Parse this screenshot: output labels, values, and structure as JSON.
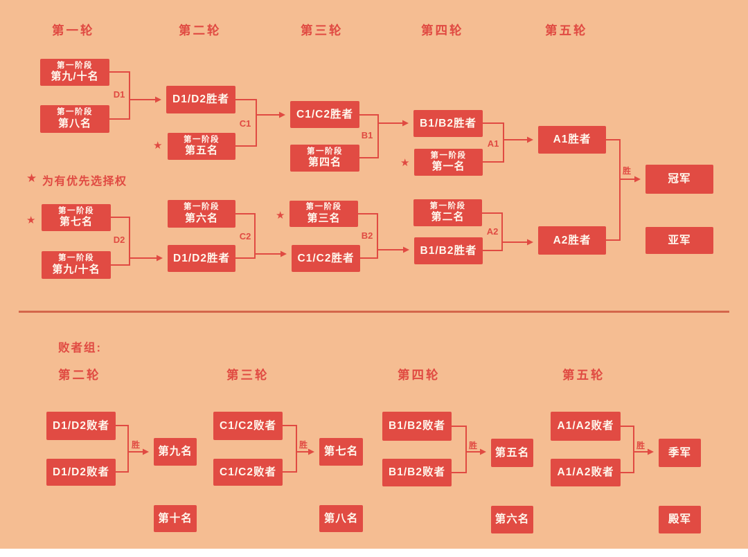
{
  "colors": {
    "background": "#F5BD92",
    "box_red": "#E14B43",
    "line_red": "#E04A42",
    "divider": "#D4664B",
    "box_text": "#FFF8EE"
  },
  "legend": {
    "star": "★",
    "text": "为有优先选择权"
  },
  "top": {
    "rounds": [
      "第一轮",
      "第二轮",
      "第三轮",
      "第四轮",
      "第五轮"
    ],
    "upper": {
      "seed_9_10": {
        "l1": "第一阶段",
        "l2": "第九/十名"
      },
      "seed_8": {
        "l1": "第一阶段",
        "l2": "第八名"
      },
      "d1": "D1",
      "d1d2_winner": "D1/D2胜者",
      "seed_5": {
        "l1": "第一阶段",
        "l2": "第五名",
        "star": "★"
      },
      "c1": "C1",
      "c1c2_winner": "C1/C2胜者",
      "seed_4": {
        "l1": "第一阶段",
        "l2": "第四名"
      },
      "b1": "B1",
      "b1b2_winner": "B1/B2胜者",
      "seed_1": {
        "l1": "第一阶段",
        "l2": "第一名",
        "star": "★"
      },
      "a1": "A1",
      "a1_winner": "A1胜者"
    },
    "lower": {
      "seed_7": {
        "l1": "第一阶段",
        "l2": "第七名",
        "star": "★"
      },
      "seed_9_10": {
        "l1": "第一阶段",
        "l2": "第九/十名"
      },
      "d2": "D2",
      "d1d2_winner": "D1/D2胜者",
      "seed_6": {
        "l1": "第一阶段",
        "l2": "第六名"
      },
      "c2": "C2",
      "c1c2_winner": "C1/C2胜者",
      "seed_3": {
        "l1": "第一阶段",
        "l2": "第三名",
        "star": "★"
      },
      "b2": "B2",
      "b1b2_winner": "B1/B2胜者",
      "seed_2": {
        "l1": "第一阶段",
        "l2": "第二名"
      },
      "a2": "A2",
      "a2_winner": "A2胜者"
    },
    "final": {
      "win": "胜",
      "champion": "冠军",
      "runner_up": "亚军"
    }
  },
  "bottom": {
    "title": "败者组:",
    "rounds": [
      "第二轮",
      "第三轮",
      "第四轮",
      "第五轮"
    ],
    "groups": [
      {
        "src1": "D1/D2败者",
        "src2": "D1/D2败者",
        "win": "胜",
        "first": "第九名",
        "second": "第十名"
      },
      {
        "src1": "C1/C2败者",
        "src2": "C1/C2败者",
        "win": "胜",
        "first": "第七名",
        "second": "第八名"
      },
      {
        "src1": "B1/B2败者",
        "src2": "B1/B2败者",
        "win": "胜",
        "first": "第五名",
        "second": "第六名"
      },
      {
        "src1": "A1/A2败者",
        "src2": "A1/A2败者",
        "win": "胜",
        "first": "季军",
        "second": "殿军"
      }
    ]
  }
}
